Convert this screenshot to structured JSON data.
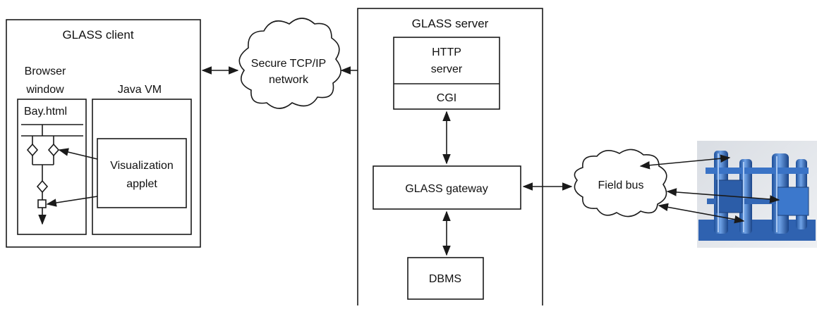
{
  "client": {
    "title": "GLASS client",
    "browser_label_line1": "Browser",
    "browser_label_line2": "window",
    "javavm_label": "Java VM",
    "bay_label": "Bay.html",
    "applet_line1": "Visualization",
    "applet_line2": "applet"
  },
  "network": {
    "line1": "Secure TCP/IP",
    "line2": "network"
  },
  "server": {
    "title": "GLASS server",
    "http_line1": "HTTP",
    "http_line2": "server",
    "cgi": "CGI",
    "gateway": "GLASS gateway",
    "dbms": "DBMS"
  },
  "fieldbus": {
    "label": "Field bus"
  },
  "equipment": {
    "icon": "industrial-machinery-photo",
    "color": "#3f78c4"
  }
}
